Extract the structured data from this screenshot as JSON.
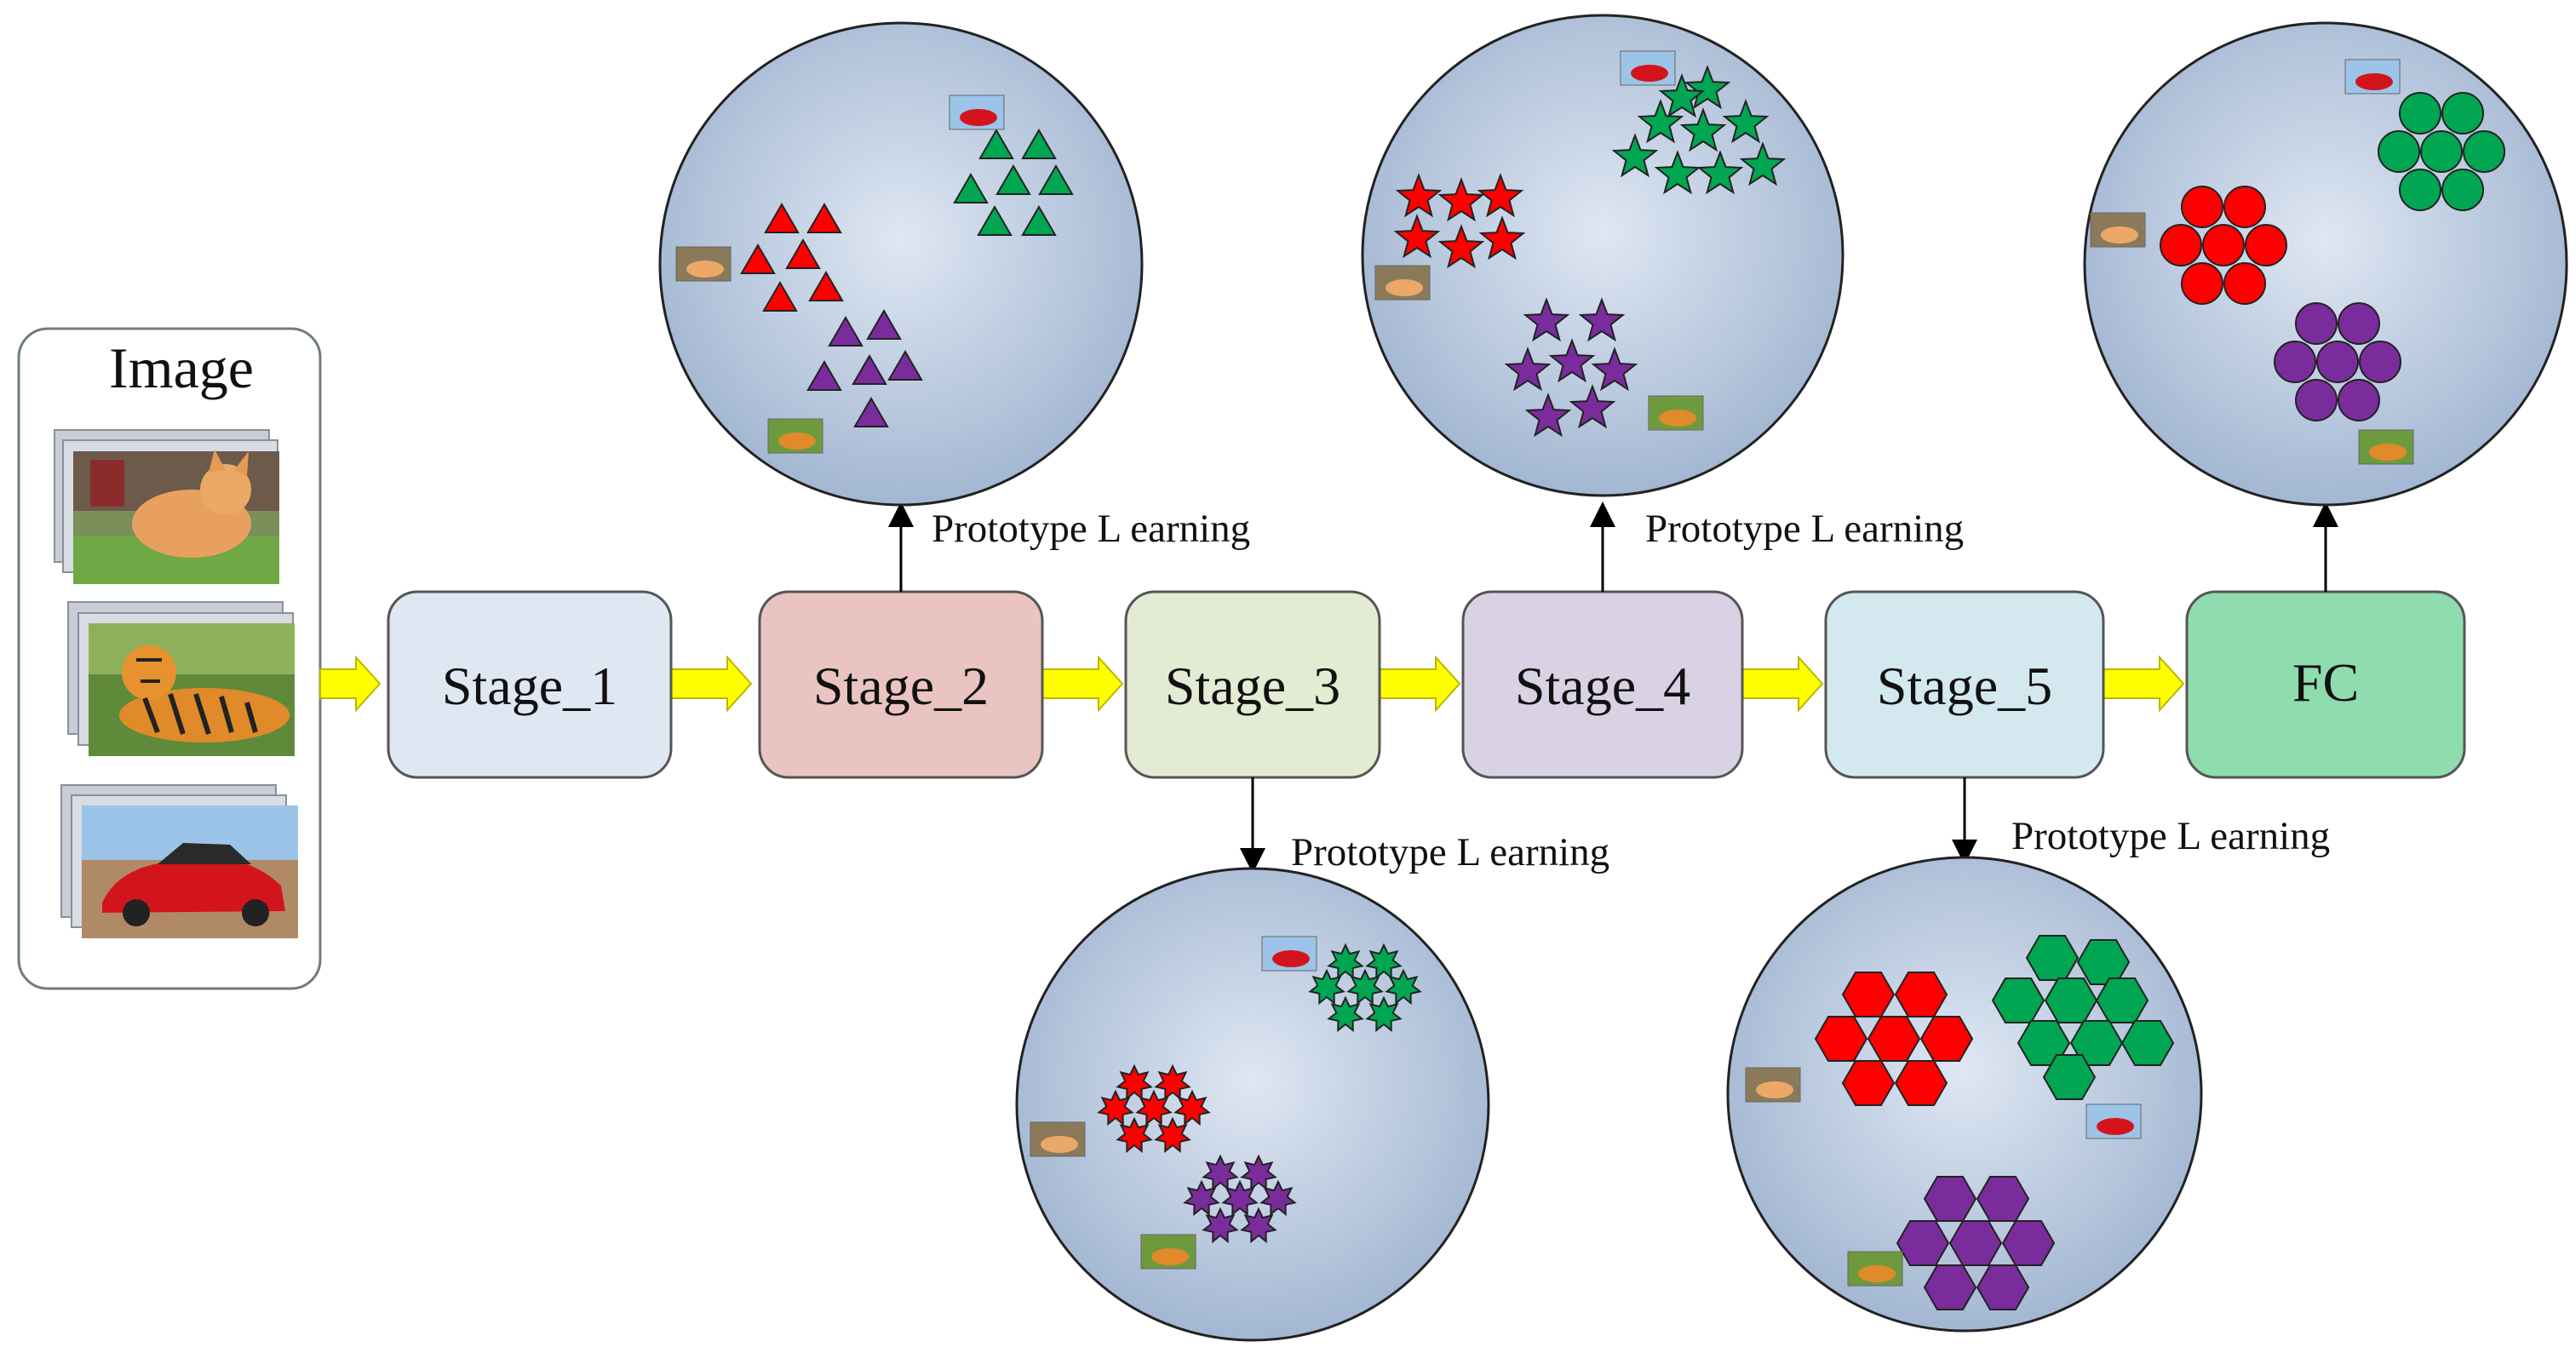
{
  "input_panel": {
    "title": "Image",
    "images": [
      "cat-photo",
      "tiger-photo",
      "car-photo"
    ]
  },
  "stages": [
    {
      "label": "Stage_1",
      "fill": "#dfe7f2"
    },
    {
      "label": "Stage_2",
      "fill": "#e9c4c0"
    },
    {
      "label": "Stage_3",
      "fill": "#e3ebd3"
    },
    {
      "label": "Stage_4",
      "fill": "#d9d1e4"
    },
    {
      "label": "Stage_5",
      "fill": "#d4e9ef"
    },
    {
      "label": "FC",
      "fill": "#8fdcaf"
    }
  ],
  "prototype_label": "Prototype L earning",
  "class_colors": {
    "cat": "#ff0000",
    "car": "#00a651",
    "tiger": "#7b2c9c"
  },
  "arrow_color": "#ffff00",
  "clusters": [
    {
      "stage": "Stage_2",
      "shape": "triangle-icon",
      "classes": [
        "cat",
        "car",
        "tiger"
      ]
    },
    {
      "stage": "Stage_3",
      "shape": "seven-point-star-icon",
      "classes": [
        "cat",
        "car",
        "tiger"
      ]
    },
    {
      "stage": "Stage_4",
      "shape": "five-point-star-icon",
      "classes": [
        "cat",
        "car",
        "tiger"
      ]
    },
    {
      "stage": "Stage_5",
      "shape": "hexagon-icon",
      "classes": [
        "cat",
        "car",
        "tiger"
      ]
    },
    {
      "stage": "FC",
      "shape": "circle-icon",
      "classes": [
        "cat",
        "car",
        "tiger"
      ]
    }
  ]
}
